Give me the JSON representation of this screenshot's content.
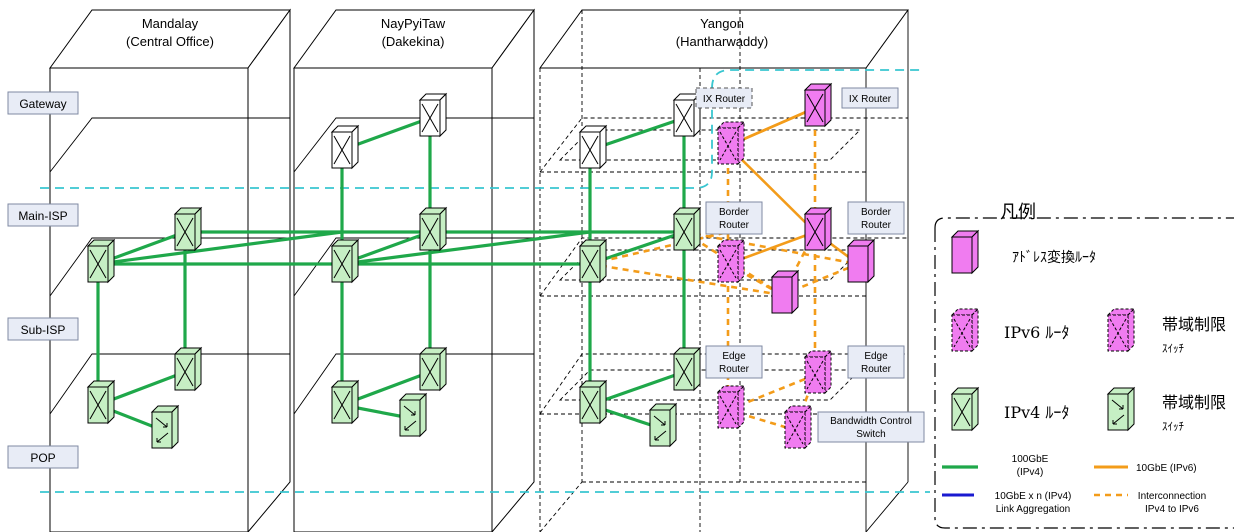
{
  "buildings": {
    "mandalay": {
      "name": "Mandalay",
      "sub": "(Central Office)"
    },
    "naypyitaw": {
      "name": "NayPyiTaw",
      "sub": "(Dakekina)"
    },
    "yangon": {
      "name": "Yangon",
      "sub": "(Hantharwaddy)"
    }
  },
  "layers": [
    "Gateway",
    "Main-ISP",
    "Sub-ISP",
    "POP"
  ],
  "device_labels": {
    "ix_router_1": "IX Router",
    "ix_router_2": "IX Router",
    "border_router_1": [
      "Border",
      "Router"
    ],
    "border_router_2": [
      "Border",
      "Router"
    ],
    "edge_router_1": [
      "Edge",
      "Router"
    ],
    "edge_router_2": [
      "Edge",
      "Router"
    ],
    "bandwidth_switch": [
      "Bandwidth Control",
      "Switch"
    ]
  },
  "legend": {
    "title": "凡例",
    "nat_router": "ｱﾄﾞﾚｽ変換ﾙｰﾀ",
    "ipv6_router": "IPv6 ﾙｰﾀ",
    "ipv6_switch": [
      "帯域制限",
      "ｽｲｯﾁ"
    ],
    "ipv4_router": "IPv4 ﾙｰﾀ",
    "ipv4_switch": [
      "帯域制限",
      "ｽｲｯﾁ"
    ],
    "line_100gbe": [
      "100GbE",
      "(IPv4)"
    ],
    "line_10gbe_v6": "10GbE (IPv6)",
    "line_10gbe_lag": [
      "10GbE x n (IPv4)",
      "Link Aggregation"
    ],
    "line_interconnect": [
      "Interconnection",
      "IPv4 to IPv6"
    ]
  },
  "colors": {
    "ipv4_line": "#1fa84a",
    "ipv6_line": "#f39c1a",
    "lag_line": "#1a1ad0",
    "boundary": "#39c6d0",
    "ipv4_device": "#c6efc4",
    "ipv6_device": "#f07cf0",
    "label_box": "#e8ecf6"
  },
  "icons": {
    "ipv4_router": "crossed-box-icon",
    "ipv4_switch": "arrows-box-icon",
    "ipv6_router": "dashed-crossed-box-icon",
    "nat_router": "plain-box-icon"
  }
}
